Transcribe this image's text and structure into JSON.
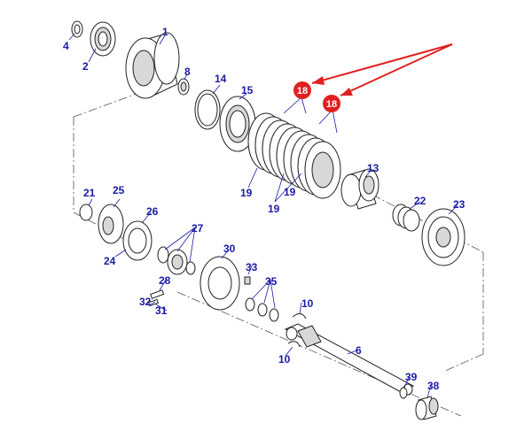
{
  "diagram": {
    "part_numbers": [
      "1",
      "2",
      "4",
      "8",
      "14",
      "15",
      "13",
      "19",
      "19",
      "19",
      "21",
      "25",
      "26",
      "24",
      "27",
      "22",
      "23",
      "30",
      "33",
      "35",
      "28",
      "32",
      "31",
      "10",
      "10",
      "6",
      "39",
      "38"
    ],
    "highlight": {
      "label": "18",
      "color": "#e02020"
    },
    "label_color": "#1a1aa6"
  }
}
